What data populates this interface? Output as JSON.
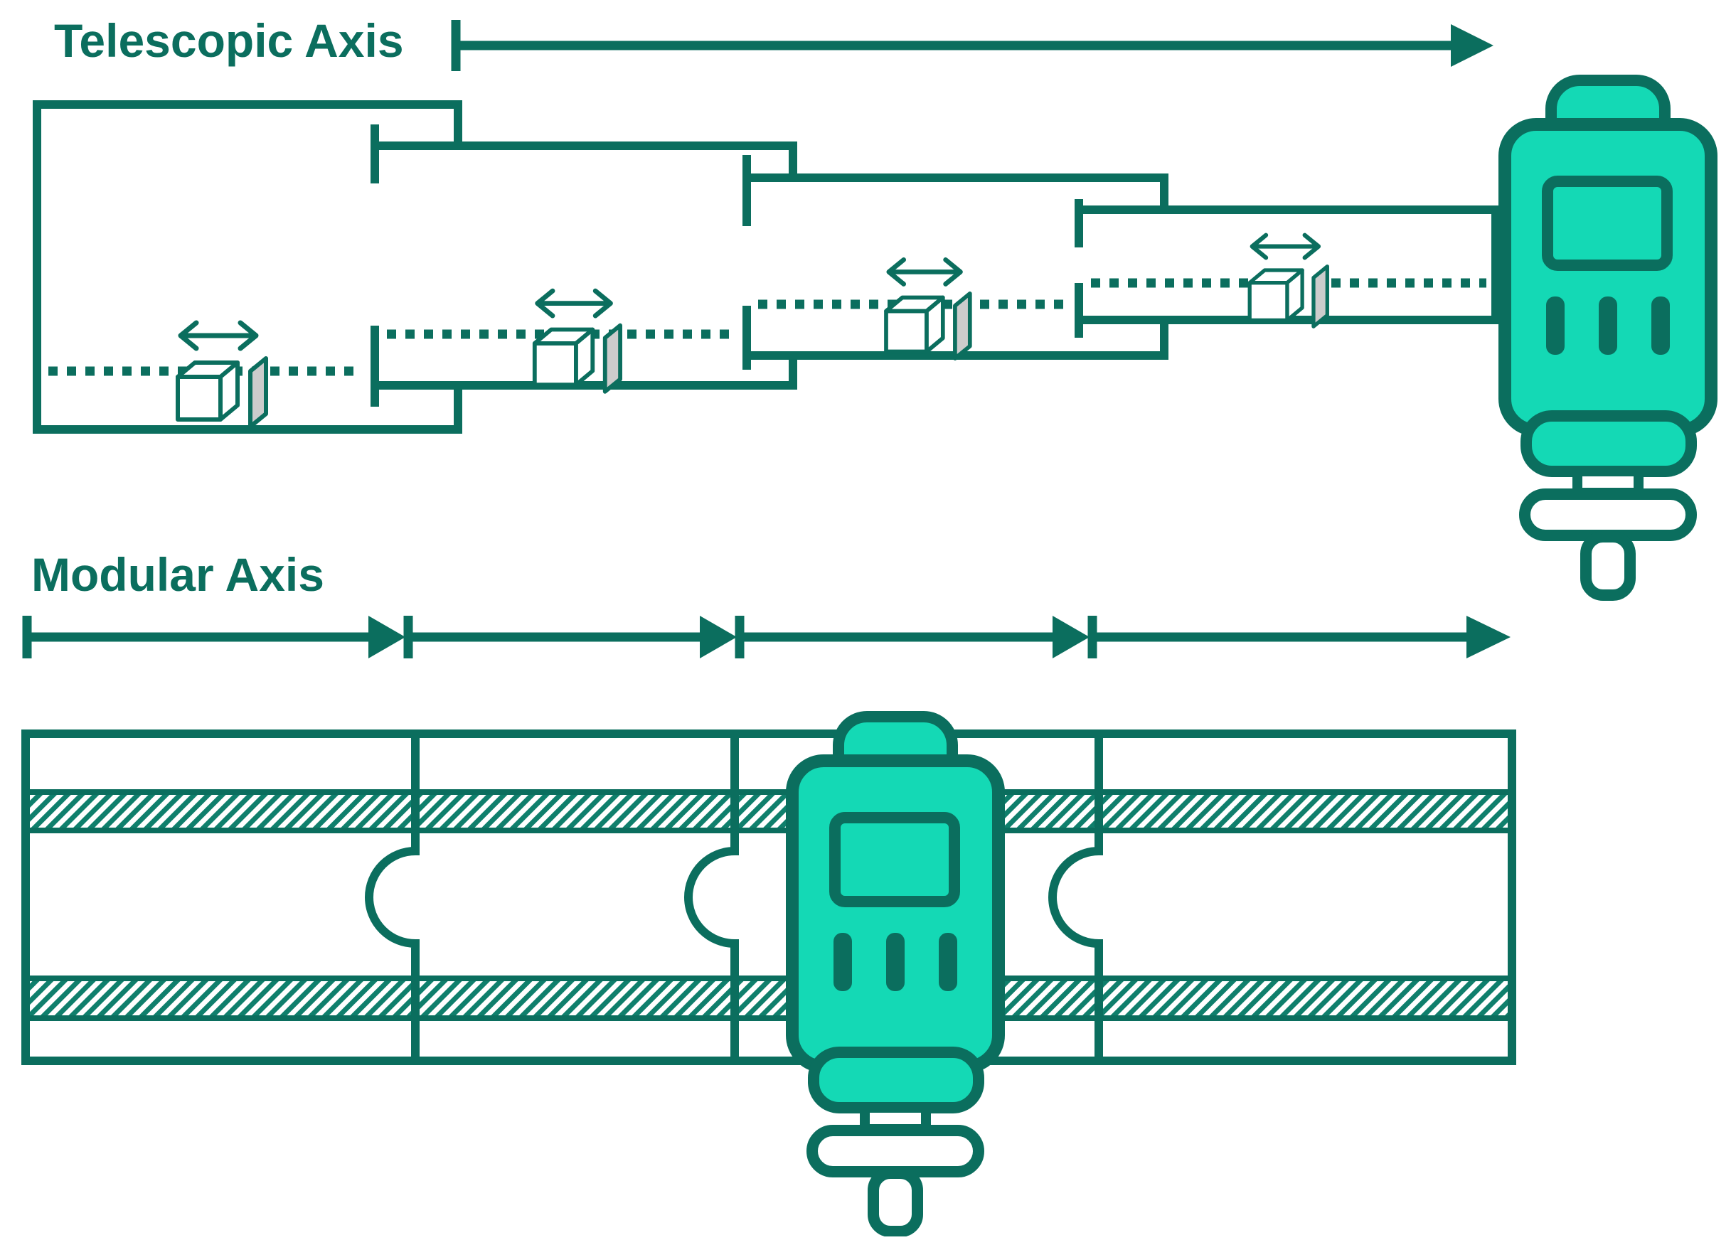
{
  "telescopic_axis": {
    "title": "Telescopic Axis",
    "stage_count": 4
  },
  "modular_axis": {
    "title": "Modular Axis",
    "module_count": 4
  },
  "colors": {
    "line": "#0b6e5e",
    "tool_fill": "#14d9b5",
    "hatch": "#0f7f6c",
    "side_face": "#cccccc",
    "background": "#ffffff"
  },
  "icons": [
    "direction-arrow-icon",
    "slider-block-icon",
    "spindle-tool-icon",
    "hatched-rail-icon"
  ]
}
